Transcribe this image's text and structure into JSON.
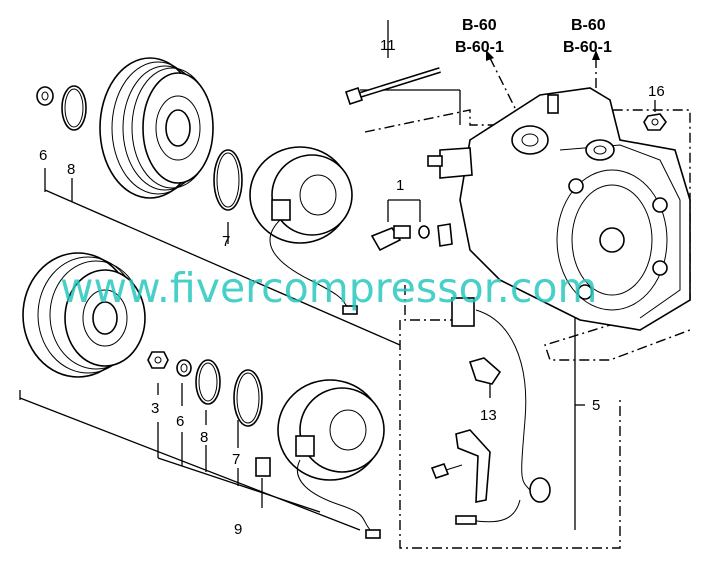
{
  "refs": {
    "left_top": "B-60",
    "left_bottom": "B-60-1",
    "right_top": "B-60",
    "right_bottom": "B-60-1"
  },
  "callouts": {
    "c11": "11",
    "c16": "16",
    "c6_top": "6",
    "c8_top": "8",
    "c7_top": "7",
    "c1": "1",
    "c3": "3",
    "c6_bottom": "6",
    "c8_bottom": "8",
    "c7_bottom": "7",
    "c9": "9",
    "c13": "13",
    "c5": "5"
  },
  "watermark": "www.fivercompressor.com"
}
